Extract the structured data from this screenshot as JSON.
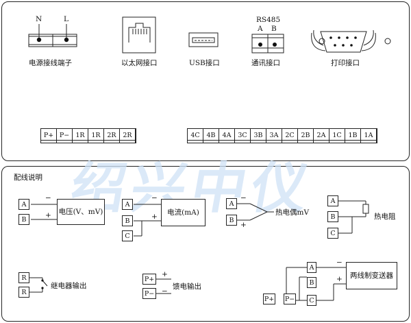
{
  "watermark": "绍兴中仪",
  "connectors": {
    "power": {
      "label": "电源接线端子",
      "n": "N",
      "l": "L"
    },
    "ethernet": {
      "label": "以太网接口"
    },
    "usb": {
      "label": "USB接口"
    },
    "rs485": {
      "label": "通讯接口",
      "title": "RS485",
      "a": "A",
      "b": "B"
    },
    "print": {
      "label": "打印接口"
    }
  },
  "terminals_left": [
    "P+",
    "P−",
    "1R",
    "1R",
    "2R",
    "2R"
  ],
  "terminals_right": [
    "4C",
    "4B",
    "4A",
    "3C",
    "3B",
    "3A",
    "2C",
    "2B",
    "2A",
    "1C",
    "1B",
    "1A"
  ],
  "wiring": {
    "title": "配线说明",
    "voltage": {
      "label": "电压(V、mV)",
      "a": "A",
      "b": "B",
      "minus": "−",
      "plus": "+"
    },
    "current": {
      "label": "电流(mA)",
      "a": "A",
      "b": "B",
      "c": "C",
      "minus": "−",
      "plus": "+"
    },
    "thermocouple": {
      "label": "热电偶mV",
      "a": "A",
      "b": "B",
      "minus": "−",
      "plus": "+"
    },
    "rtd": {
      "label": "热电阻",
      "a": "A",
      "b": "B",
      "c": "C"
    },
    "relay": {
      "label": "继电器输出",
      "r1": "R",
      "r2": "R"
    },
    "feed": {
      "label": "馈电输出",
      "p_plus": "P+",
      "p_minus": "P−",
      "plus": "+",
      "minus": "−"
    },
    "two_wire": {
      "label": "两线制变送器",
      "a": "A",
      "b": "B",
      "c": "C",
      "p_plus": "P+",
      "p_minus": "P−",
      "minus": "−",
      "plus": "+"
    }
  }
}
